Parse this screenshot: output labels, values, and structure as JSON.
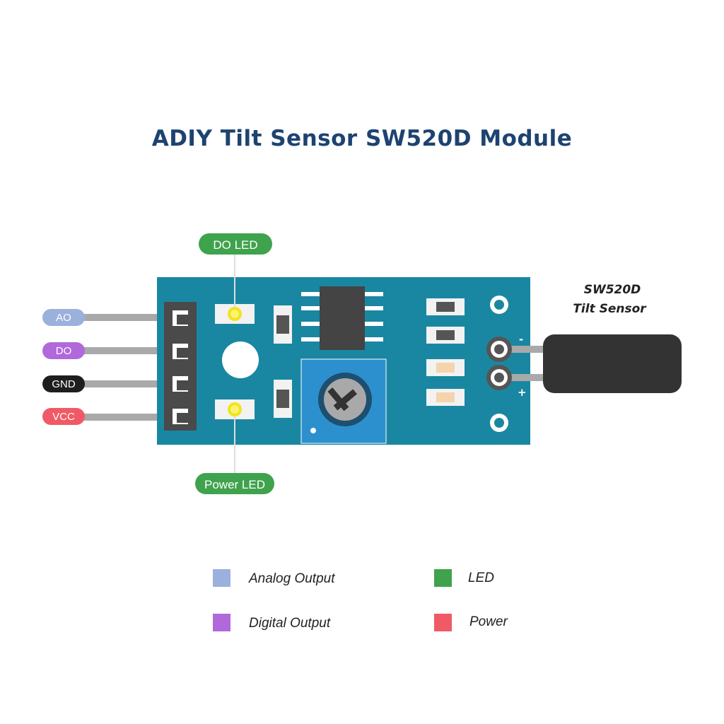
{
  "title": "ADIY Tilt Sensor SW520D Module",
  "pins": [
    {
      "label": "AO",
      "color": "#9bb0dc"
    },
    {
      "label": "DO",
      "color": "#b168db"
    },
    {
      "label": "GND",
      "color": "#1e1e1e"
    },
    {
      "label": "VCC",
      "color": "#f05a66"
    }
  ],
  "leds": {
    "do_led": "DO LED",
    "power_led": "Power LED",
    "color": "#3fa34d"
  },
  "sensor": {
    "name_line1": "SW520D",
    "name_line2": "Tilt Sensor",
    "minus": "-",
    "plus": "+"
  },
  "legend": [
    {
      "label": "Analog Output",
      "color": "#9bb0dc"
    },
    {
      "label": "LED",
      "color": "#3fa34d"
    },
    {
      "label": "Digital Output",
      "color": "#b168db"
    },
    {
      "label": "Power",
      "color": "#f05a66"
    }
  ],
  "colors": {
    "board": "#1a87a2",
    "title": "#1d4371",
    "potentiometer": "#2c90cf"
  }
}
